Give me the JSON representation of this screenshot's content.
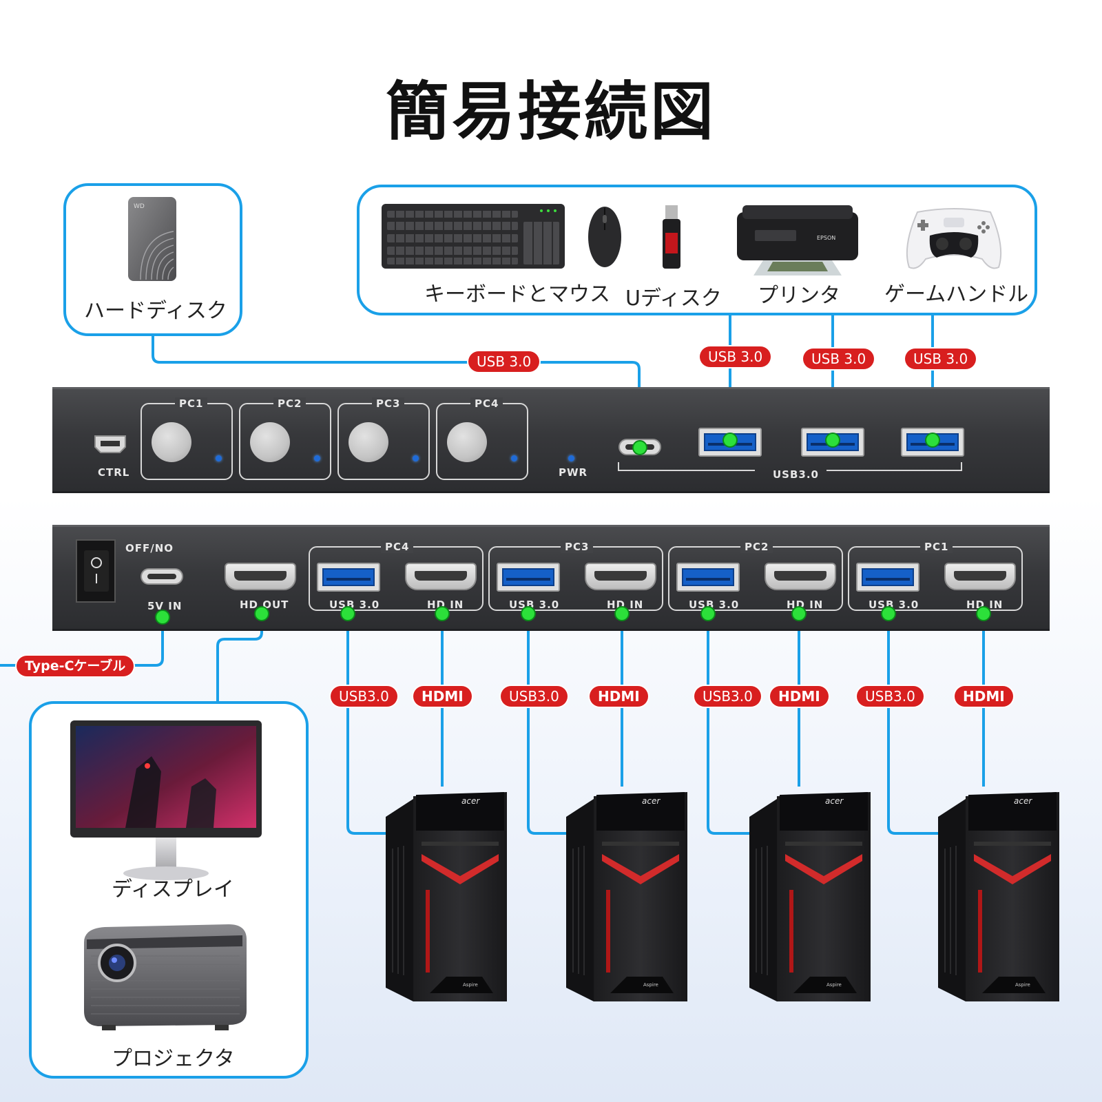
{
  "title": "簡易接続図",
  "devices": {
    "hdd": "ハードディスク",
    "keyboard_mouse": "キーボードとマウス",
    "udisk": "Uディスク",
    "printer": "プリンタ",
    "gamepad": "ゲームハンドル",
    "display": "ディスプレイ",
    "projector": "プロジェクタ"
  },
  "top_panel": {
    "ctrl": "CTRL",
    "pwr": "PWR",
    "usb_group": "USB3.0",
    "buttons": [
      "PC1",
      "PC2",
      "PC3",
      "PC4"
    ]
  },
  "bottom_panel": {
    "switch": "OFF/NO",
    "power_in": "5V IN",
    "hd_out": "HD OUT",
    "groups": [
      {
        "name": "PC4",
        "usb": "USB 3.0",
        "hd": "HD IN"
      },
      {
        "name": "PC3",
        "usb": "USB 3.0",
        "hd": "HD IN"
      },
      {
        "name": "PC2",
        "usb": "USB 3.0",
        "hd": "HD IN"
      },
      {
        "name": "PC1",
        "usb": "USB 3.0",
        "hd": "HD IN"
      }
    ]
  },
  "tags": {
    "top_usb": [
      "USB 3.0",
      "USB 3.0",
      "USB 3.0",
      "USB 3.0"
    ],
    "typec": "Type-Cケーブル",
    "pc_links": [
      "USB3.0",
      "HDMI",
      "USB3.0",
      "HDMI",
      "USB3.0",
      "HDMI",
      "USB3.0",
      "HDMI"
    ]
  },
  "pc_brand": "acer",
  "pc_model": "Aspire",
  "colors": {
    "line": "#1aa0e8",
    "tag": "#d81f1f",
    "dot": "#2ce03a",
    "panel": "#3a3b3e"
  }
}
